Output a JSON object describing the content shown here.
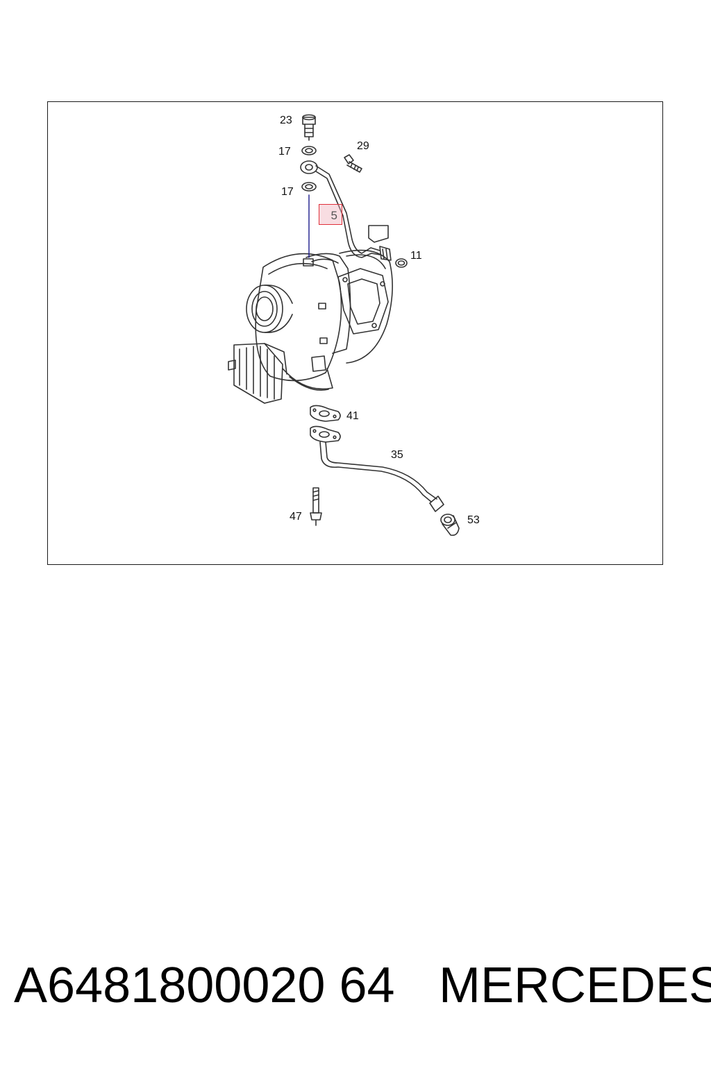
{
  "callouts": [
    {
      "id": "c23",
      "text": "23"
    },
    {
      "id": "c17a",
      "text": "17"
    },
    {
      "id": "c29",
      "text": "29"
    },
    {
      "id": "c17b",
      "text": "17"
    },
    {
      "id": "c5",
      "text": "5",
      "highlighted": true
    },
    {
      "id": "c11",
      "text": "11"
    },
    {
      "id": "c41",
      "text": "41"
    },
    {
      "id": "c35",
      "text": "35"
    },
    {
      "id": "c47",
      "text": "47"
    },
    {
      "id": "c53",
      "text": "53"
    }
  ],
  "colors": {
    "line": "#333333",
    "highlight_border": "#e0303a",
    "highlight_fill": "#f0b4be",
    "leader": "#1b1b8c"
  },
  "caption": {
    "part_number": "A6481800020 64",
    "brand": "MERCEDES"
  }
}
